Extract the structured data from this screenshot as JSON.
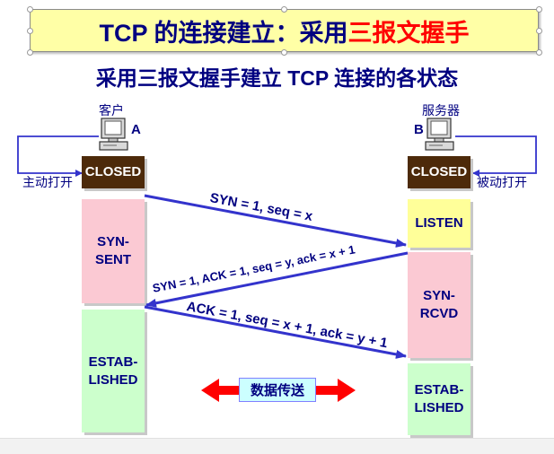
{
  "title": {
    "main": "TCP 的连接建立：采用",
    "highlight": "三报文握手"
  },
  "subtitle": "采用三报文握手建立 TCP 连接的各状态",
  "client": {
    "label": "客户",
    "letter": "A",
    "action": "主动打开"
  },
  "server": {
    "label": "服务器",
    "letter": "B",
    "action": "被动打开"
  },
  "client_states": [
    "CLOSED",
    "SYN-\nSENT",
    "ESTAB-\nLISHED"
  ],
  "server_states": [
    "CLOSED",
    "LISTEN",
    "SYN-\nRCVD",
    "ESTAB-\nLISHED"
  ],
  "messages": [
    "SYN = 1, seq = x",
    "SYN = 1, ACK = 1, seq = y, ack = x + 1",
    "ACK = 1, seq = x + 1, ack = y + 1"
  ],
  "transfer_label": "数据传送",
  "colors": {
    "text": "#000080",
    "closed": "#4d2a0a",
    "syn_state": "#fbc9d3",
    "established": "#ccffcc",
    "listen": "#ffff99",
    "arrow": "#3333cc",
    "transfer_arrow": "#ff0000",
    "title_bg": "#ffffa6"
  }
}
